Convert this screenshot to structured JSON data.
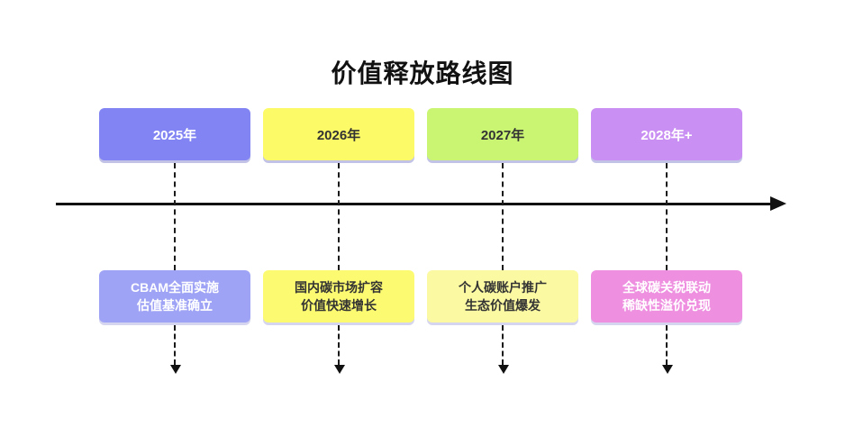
{
  "title": "价值释放路线图",
  "timeline": {
    "axis_color": "#111111"
  },
  "phases": [
    {
      "year": "2025年",
      "top_bg": "#8184f2",
      "top_fg": "#ffffff",
      "bottom_bg": "#9fa3f5",
      "bottom_fg": "#ffffff",
      "line1": "CBAM全面实施",
      "line2": "估值基准确立"
    },
    {
      "year": "2026年",
      "top_bg": "#fcfa66",
      "top_fg": "#333333",
      "bottom_bg": "#fcfa70",
      "bottom_fg": "#333333",
      "line1": "国内碳市场扩容",
      "line2": "价值快速增长"
    },
    {
      "year": "2027年",
      "top_bg": "#c9f573",
      "top_fg": "#333333",
      "bottom_bg": "#fbf9a2",
      "bottom_fg": "#333333",
      "line1": "个人碳账户推广",
      "line2": "生态价值爆发"
    },
    {
      "year": "2028年+",
      "top_bg": "#c98ff2",
      "top_fg": "#ffffff",
      "bottom_bg": "#ee8fe0",
      "bottom_fg": "#ffffff",
      "line1": "全球碳关税联动",
      "line2": "稀缺性溢价兑现"
    }
  ]
}
